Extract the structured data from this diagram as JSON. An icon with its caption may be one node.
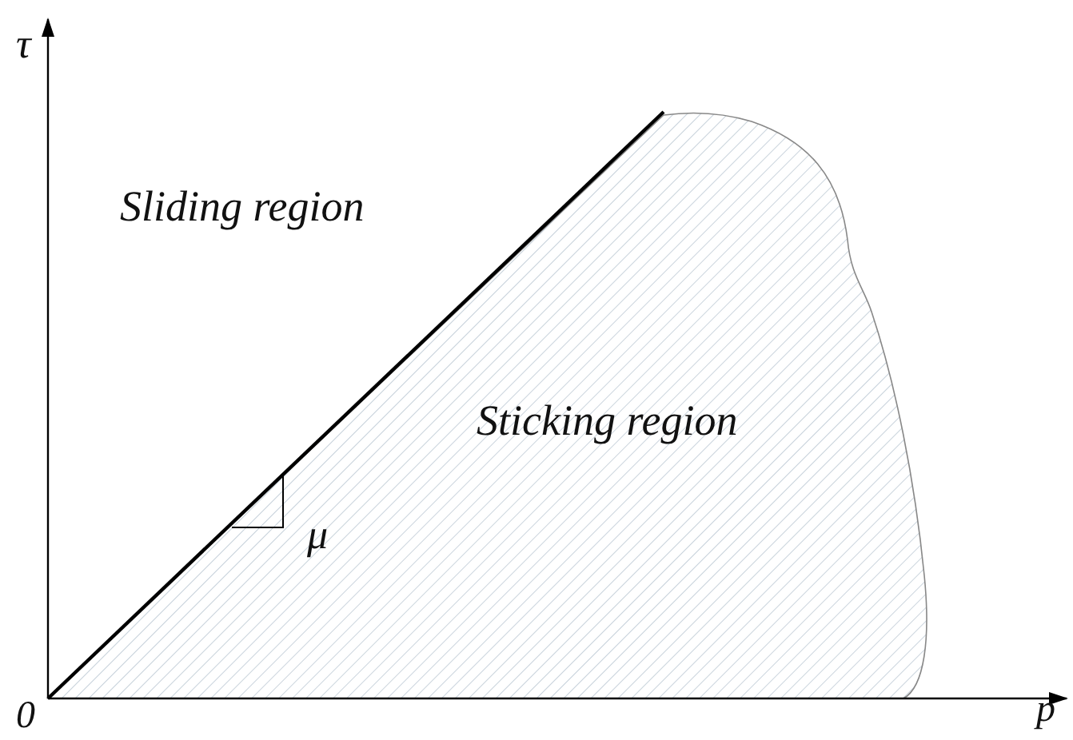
{
  "diagram": {
    "labels": [
      "τ",
      "Sliding region",
      "Sticking region",
      "μ",
      "0",
      "p"
    ]
  }
}
